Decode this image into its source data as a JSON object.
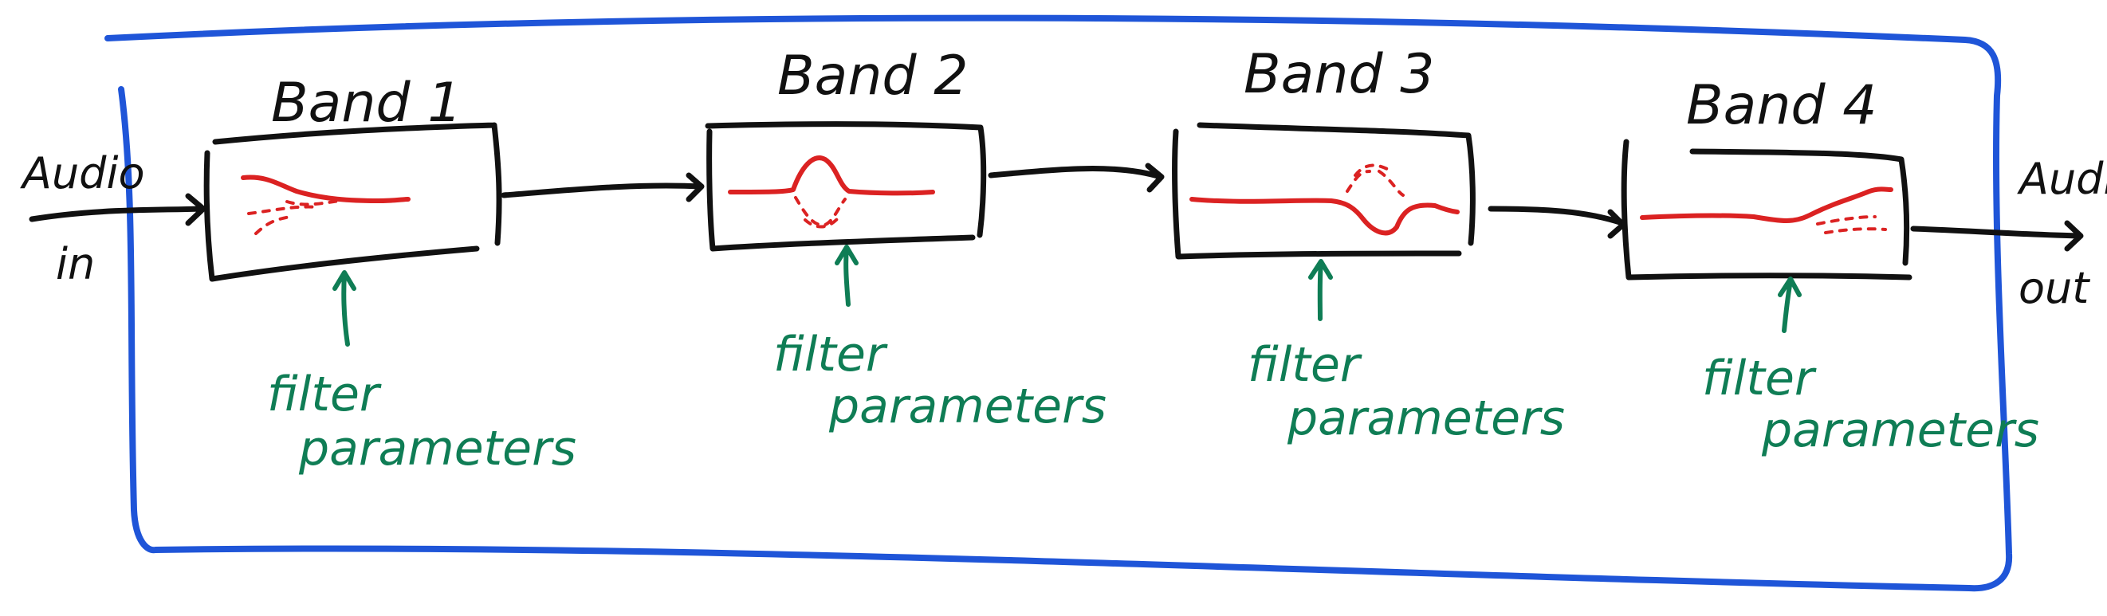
{
  "input": {
    "line1": "Audio",
    "line2": "in"
  },
  "output": {
    "line1": "Audio",
    "line2": "out"
  },
  "bands": [
    {
      "title": "Band 1",
      "param_line1": "filter",
      "param_line2": "parameters",
      "response": "low-shelf"
    },
    {
      "title": "Band 2",
      "param_line1": "filter",
      "param_line2": "parameters",
      "response": "peak-boost"
    },
    {
      "title": "Band 3",
      "param_line1": "filter",
      "param_line2": "parameters",
      "response": "notch-cut"
    },
    {
      "title": "Band 4",
      "param_line1": "filter",
      "param_line2": "parameters",
      "response": "high-shelf"
    }
  ],
  "colors": {
    "outline": "#1f55d8",
    "box": "#111111",
    "filter_curve": "#db2222",
    "parameters": "#0f7d55"
  }
}
